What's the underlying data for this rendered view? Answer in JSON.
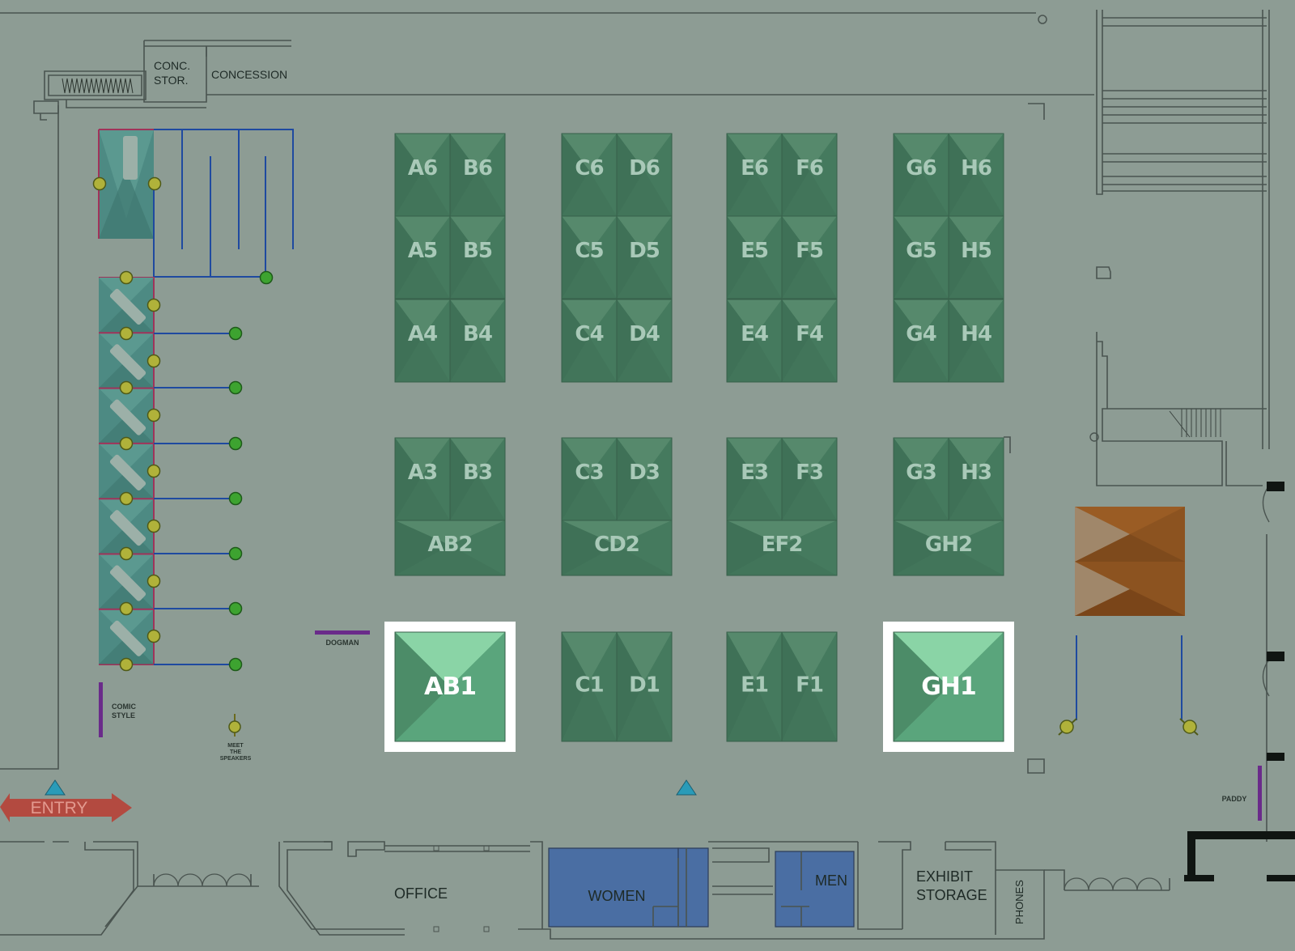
{
  "rooms": {
    "conc_stor": [
      "CONC.",
      "STOR."
    ],
    "concession": "CONCESSION",
    "office": "OFFICE",
    "women": "WOMEN",
    "men": "MEN",
    "exhibit_storage": [
      "EXHIBIT",
      "STORAGE"
    ],
    "phones": "PHONES"
  },
  "entry": "ENTRY",
  "small_labels": {
    "dogman": "DOGMAN",
    "comic_style": [
      "COMIC",
      "STYLE"
    ],
    "meet_the_speakers": [
      "MEET",
      "THE",
      "SPEAKERS"
    ],
    "paddy": "PADDY"
  },
  "booths": {
    "grid_upper": [
      [
        "A6",
        "B6",
        "C6",
        "D6",
        "E6",
        "F6",
        "G6",
        "H6"
      ],
      [
        "A5",
        "B5",
        "C5",
        "D5",
        "E5",
        "F5",
        "G5",
        "H5"
      ],
      [
        "A4",
        "B4",
        "C4",
        "D4",
        "E4",
        "F4",
        "G4",
        "H4"
      ]
    ],
    "row3": [
      "A3",
      "B3",
      "C3",
      "D3",
      "E3",
      "F3",
      "G3",
      "H3"
    ],
    "row2": [
      "AB2",
      "CD2",
      "EF2",
      "GH2"
    ],
    "row1_singles": [
      "C1",
      "D1",
      "E1",
      "F1"
    ],
    "highlighted": [
      "AB1",
      "GH1"
    ]
  },
  "colors": {
    "floor": "#8d9c94",
    "booth": "#42755a",
    "booth_highlight": "#5aa57c",
    "booth_highlight_light": "#8ad4a6",
    "restroom": "#4a6ea3",
    "orange_block": "#8c5320",
    "entry_arrow": "#b34a40",
    "teal_rack": "#4d8a83"
  }
}
